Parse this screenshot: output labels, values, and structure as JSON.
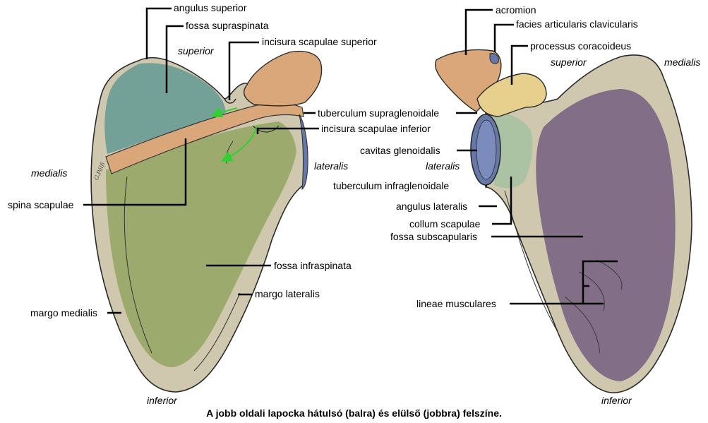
{
  "caption": "A jobb oldali lapocka hátulsó (balra) és elülső (jobbra) felszíne.",
  "signature": "G.Pálfi",
  "posterior_view": {
    "directions": {
      "superior": "superior",
      "medialis": "medialis",
      "lateralis": "lateralis",
      "inferior": "inferior"
    },
    "labels": {
      "angulus_superior": "angulus superior",
      "fossa_supraspinata": "fossa supraspinata",
      "incisura_scapulae_superior": "incisura scapulae superior",
      "tuberculum_supraglenoidale": "tuberculum supraglenoidale",
      "incisura_scapulae_inferior": "incisura scapulae inferior",
      "spina_scapulae": "spina scapulae",
      "fossa_infraspinata": "fossa infraspinata",
      "margo_lateralis": "margo lateralis",
      "margo_medialis": "margo medialis"
    }
  },
  "anterior_view": {
    "directions": {
      "superior": "superior",
      "medialis": "medialis",
      "lateralis": "lateralis",
      "inferior": "inferior"
    },
    "labels": {
      "acromion": "acromion",
      "facies_articularis_clavicularis": "facies articularis clavicularis",
      "processus_coracoideus": "processus coracoideus",
      "cavitas_glenoidalis": "cavitas glenoidalis",
      "tuberculum_infraglenoidale": "tuberculum infraglenoidale",
      "angulus_lateralis": "angulus lateralis",
      "collum_scapulae": "collum scapulae",
      "fossa_subscapularis": "fossa subscapularis",
      "lineae_musculares": "lineae musculares"
    }
  },
  "colors": {
    "bone": "#cfc8ae",
    "supraspinous": "#6f9f96",
    "infraspinous": "#9aa96a",
    "spine_acromion": "#d9a779",
    "glenoid": "#6678a8",
    "neck": "#a9c3a1",
    "subscapular": "#7d6a85",
    "coracoid": "#e7d08d",
    "nerve_arrow": "#2fd030"
  }
}
